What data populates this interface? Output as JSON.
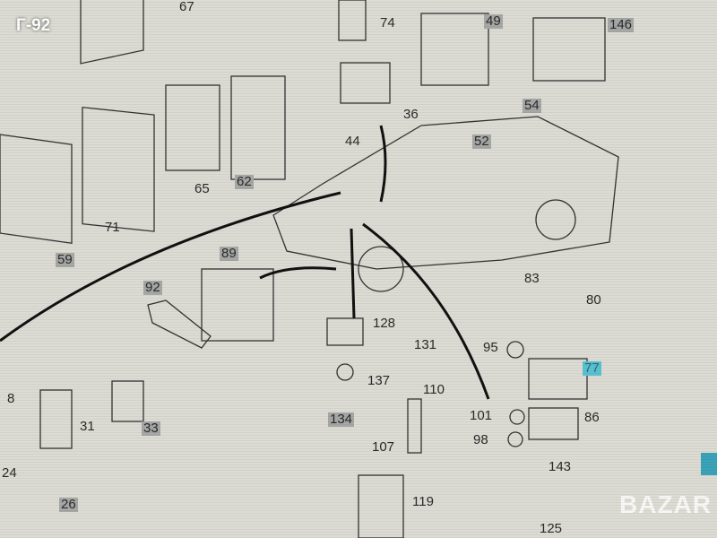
{
  "overlay_tag": "Г-92",
  "watermark": "BAZAR",
  "callouts": [
    {
      "id": "67",
      "highlight": "none"
    },
    {
      "id": "74",
      "highlight": "none"
    },
    {
      "id": "49",
      "highlight": "gray"
    },
    {
      "id": "146",
      "highlight": "gray"
    },
    {
      "id": "36",
      "highlight": "none"
    },
    {
      "id": "44",
      "highlight": "none"
    },
    {
      "id": "54",
      "highlight": "gray"
    },
    {
      "id": "52",
      "highlight": "gray"
    },
    {
      "id": "65",
      "highlight": "none"
    },
    {
      "id": "62",
      "highlight": "gray"
    },
    {
      "id": "71",
      "highlight": "none"
    },
    {
      "id": "59",
      "highlight": "gray"
    },
    {
      "id": "89",
      "highlight": "gray"
    },
    {
      "id": "92",
      "highlight": "gray"
    },
    {
      "id": "83",
      "highlight": "none"
    },
    {
      "id": "80",
      "highlight": "none"
    },
    {
      "id": "128",
      "highlight": "none"
    },
    {
      "id": "131",
      "highlight": "none"
    },
    {
      "id": "95",
      "highlight": "none"
    },
    {
      "id": "77",
      "highlight": "teal"
    },
    {
      "id": "137",
      "highlight": "none"
    },
    {
      "id": "110",
      "highlight": "none"
    },
    {
      "id": "134",
      "highlight": "gray"
    },
    {
      "id": "101",
      "highlight": "none"
    },
    {
      "id": "86",
      "highlight": "none"
    },
    {
      "id": "98",
      "highlight": "none"
    },
    {
      "id": "107",
      "highlight": "none"
    },
    {
      "id": "31",
      "highlight": "none"
    },
    {
      "id": "33",
      "highlight": "gray"
    },
    {
      "id": "8",
      "highlight": "none"
    },
    {
      "id": "24",
      "highlight": "none"
    },
    {
      "id": "26",
      "highlight": "gray"
    },
    {
      "id": "119",
      "highlight": "none"
    },
    {
      "id": "143",
      "highlight": "none"
    },
    {
      "id": "125",
      "highlight": "none"
    }
  ]
}
